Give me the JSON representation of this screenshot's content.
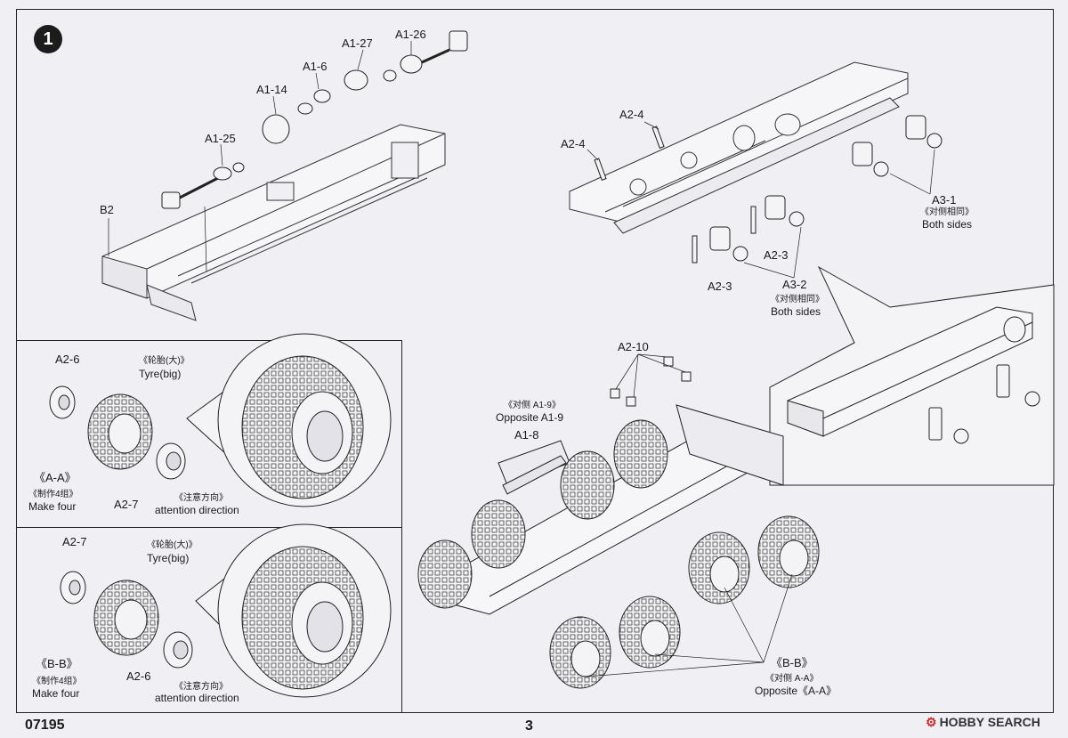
{
  "step": {
    "number": "1"
  },
  "parts": {
    "a1_27": "A1-27",
    "a1_26": "A1-26",
    "a1_6": "A1-6",
    "a1_14": "A1-14",
    "a1_25": "A1-25",
    "b2": "B2",
    "a2_4_top": "A2-4",
    "a2_4_left": "A2-4",
    "a2_3_right": "A2-3",
    "a2_3_bottom": "A2-3",
    "a3_1": "A3-1",
    "a3_2": "A3-2",
    "a2_10": "A2-10",
    "a1_8": "A1-8",
    "a2_6_aa": "A2-6",
    "a2_7_aa": "A2-7",
    "a2_7_bb": "A2-7",
    "a2_6_bb": "A2-6"
  },
  "notes": {
    "a3_1_cn": "《对侧相同》",
    "a3_1_en": "Both sides",
    "a3_2_cn": "《对侧相同》",
    "a3_2_en": "Both sides",
    "opposite_cn": "《对侧 A1-9》",
    "opposite_en": "Opposite A1-9",
    "tyre_aa_cn": "《轮胎(大)》",
    "tyre_aa_en": "Tyre(big)",
    "tyre_bb_cn": "《轮胎(大)》",
    "tyre_bb_en": "Tyre(big)",
    "aa_title": "《A-A》",
    "aa_make_cn": "《制作4组》",
    "aa_make_en": "Make four",
    "aa_att_cn": "《注意方向》",
    "aa_att_en": "attention direction",
    "bb_title": "《B-B》",
    "bb_make_cn": "《制作4组》",
    "bb_make_en": "Make four",
    "bb_att_cn": "《注意方向》",
    "bb_att_en": "attention direction",
    "bb_main": "《B-B》",
    "opp_aa_cn": "《对侧 A-A》",
    "opp_aa_en": "Opposite《A-A》"
  },
  "footer": {
    "code": "07195",
    "page": "3",
    "watermark_logo": "⚙",
    "watermark": "HOBBY SEARCH"
  }
}
